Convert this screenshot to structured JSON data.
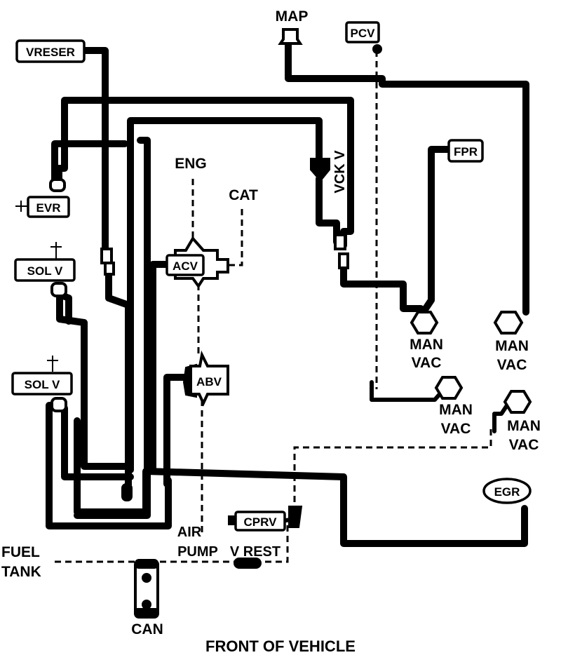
{
  "components": {
    "map": "MAP",
    "pcv": "PCV",
    "vreser": "VRESER",
    "fpr": "FPR",
    "eng": "ENG",
    "cat": "CAT",
    "vck_v": "VCK V",
    "evr": "EVR",
    "sol_v_1": "SOL V",
    "sol_v_2": "SOL V",
    "acv": "ACV",
    "abv": "ABV",
    "egr": "EGR",
    "cprv": "CPRV",
    "can": "CAN"
  },
  "labels": {
    "man_vac_1": [
      "MAN",
      "VAC"
    ],
    "man_vac_2": [
      "MAN",
      "VAC"
    ],
    "man_vac_3": [
      "MAN",
      "VAC"
    ],
    "man_vac_4": [
      "MAN",
      "VAC"
    ],
    "air_pump": [
      "AIR",
      "PUMP"
    ],
    "v_rest": "V REST",
    "fuel_tank": [
      "FUEL",
      "TANK"
    ]
  },
  "caption": "FRONT OF VEHICLE",
  "colors": {
    "line": "#000000",
    "background": "#ffffff"
  }
}
